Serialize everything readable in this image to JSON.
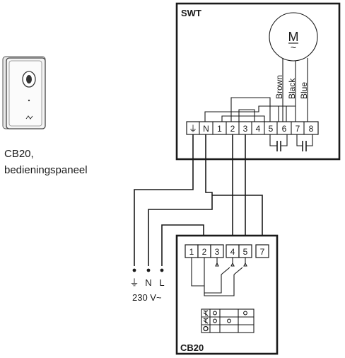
{
  "swt": {
    "title": "SWT",
    "motor_label": "M",
    "motor_tilde": "~",
    "wire_labels": [
      "Brown",
      "Black",
      "Blue"
    ],
    "terminals": [
      "⏚",
      "N",
      "1",
      "2",
      "3",
      "4",
      "5",
      "6",
      "7",
      "8"
    ]
  },
  "device": {
    "caption_line1": "CB20,",
    "caption_line2": "bedieningspaneel"
  },
  "supply": {
    "labels": [
      "⏚",
      "N",
      "L"
    ],
    "voltage": "230 V~"
  },
  "cb20": {
    "title": "CB20",
    "terminals": [
      "1",
      "2",
      "3",
      "4",
      "5",
      "7"
    ]
  }
}
